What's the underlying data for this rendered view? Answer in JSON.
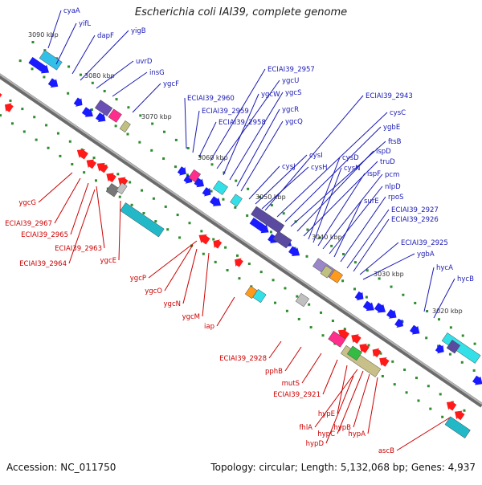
{
  "title": "Escherichia coli IAI39, complete genome",
  "footer": {
    "accession": "Accession: NC_011750",
    "stats": "Topology: circular; Length: 5,132,068 bp; Genes: 4,937"
  },
  "colors": {
    "backbone": "#8e8e8e",
    "forward_gene": "#1a1aff",
    "reverse_gene": "#ff1a1a",
    "forward_label": "#1a1ab4",
    "reverse_label": "#cc0000",
    "ticks": "#2e8b2e",
    "tick_label": "#333333"
  },
  "ruler": [
    {
      "label": "3090 kbp"
    },
    {
      "label": "3080 kbp"
    },
    {
      "label": "3070 kbp"
    },
    {
      "label": "3060 kbp"
    },
    {
      "label": "3050 kbp"
    },
    {
      "label": "3040 kbp"
    },
    {
      "label": "3030 kbp"
    },
    {
      "label": "3020 kbp"
    }
  ],
  "forward_labels": [
    "cyaA",
    "yifL",
    "dapF",
    "yigB",
    "uvrD",
    "insG",
    "ygcF",
    "ECIAI39_2960",
    "ECIAI39_2959",
    "ECIAI39_2958",
    "ECIAI39_2957",
    "ygcU",
    "ygcW",
    "ygcS",
    "ygcR",
    "ygcQ",
    "ECIAI39_2943",
    "cysC",
    "ygbE",
    "ftsB",
    "ispD",
    "truD",
    "cysD",
    "cysN",
    "ispF",
    "cysJ",
    "cysI",
    "cysH",
    "pcm",
    "nlpD",
    "surE",
    "rpoS",
    "ECIAI39_2927",
    "ECIAI39_2926",
    "ECIAI39_2925",
    "ygbA",
    "hycA",
    "hycB"
  ],
  "reverse_labels": [
    "ygcG",
    "ECIAI39_2967",
    "ECIAI39_2965",
    "ECIAI39_2963",
    "ECIAI39_2964",
    "ygcE",
    "ygcP",
    "ygcO",
    "ygcN",
    "ygcM",
    "iap",
    "ECIAI39_2928",
    "pphB",
    "mutS",
    "ECIAI39_2921",
    "hypE",
    "fhlA",
    "hypC",
    "hypB",
    "hypA",
    "hypD",
    "ascB"
  ]
}
